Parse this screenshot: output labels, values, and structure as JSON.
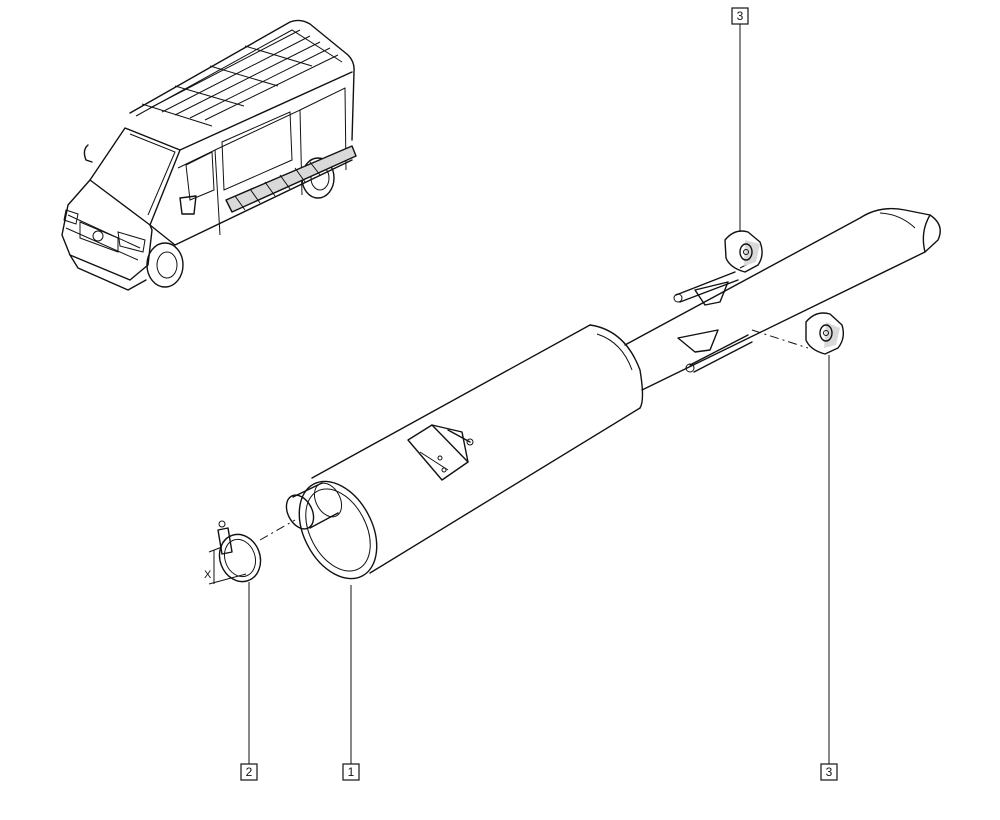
{
  "callouts": [
    {
      "number": "3"
    },
    {
      "number": "3"
    },
    {
      "number": "2"
    },
    {
      "number": "1"
    }
  ],
  "dimension_label": "X"
}
